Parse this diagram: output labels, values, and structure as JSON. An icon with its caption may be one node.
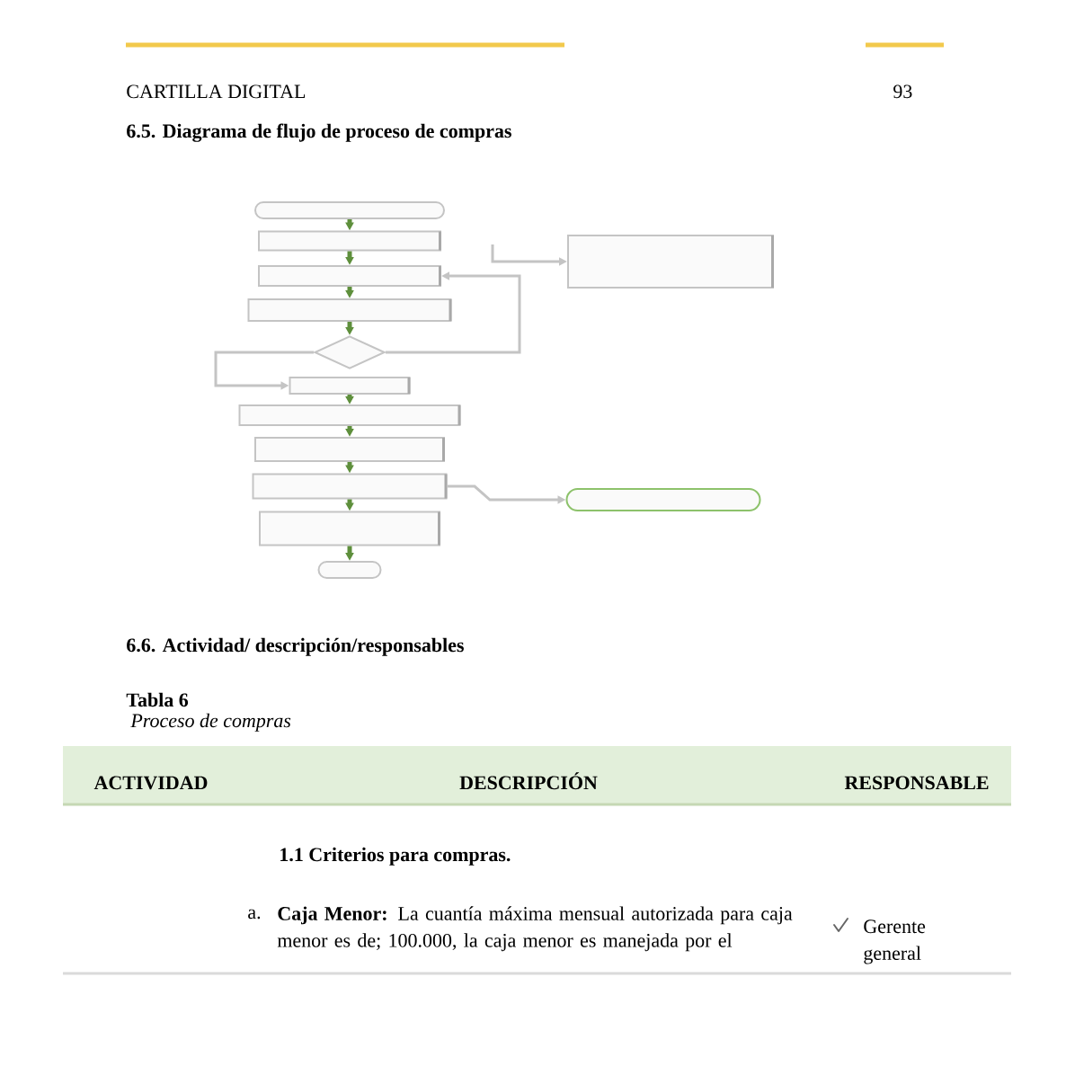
{
  "diagram": {
    "title": "6.5. Diagrama de flujo de proceso de compras",
    "nodes": [
      {
        "text": [],
        "shape": "pill"
      },
      {
        "text": [],
        "shape": "box"
      },
      {
        "text": [],
        "shape": "box"
      },
      {
        "text": [],
        "shape": "box"
      },
      {
        "text": [],
        "shape": "diamond"
      },
      {
        "text": [],
        "shape": "box"
      },
      {
        "text": [],
        "shape": "box"
      },
      {
        "text": [],
        "shape": "box"
      },
      {
        "text": [],
        "shape": "box"
      },
      {
        "text": [],
        "shape": "box"
      },
      {
        "text": [],
        "shape": "pill"
      },
      {
        "text": [],
        "shape": "box"
      },
      {
        "text": [],
        "shape": "pill"
      }
    ],
    "edges": [
      {
        "from": 0,
        "to": 1,
        "arrow": "to"
      },
      {
        "from": 1,
        "to": 2,
        "arrow": "to"
      },
      {
        "from": 2,
        "to": 3,
        "arrow": "to"
      },
      {
        "from": 3,
        "to": 4,
        "arrow": "to"
      },
      {
        "from": 4,
        "to": 2,
        "arrow": "to",
        "color": "#c4c4c4"
      },
      {
        "from": 4,
        "to": 5,
        "arrow": "to",
        "color": "#c4c4c4"
      },
      {
        "from": 5,
        "to": 6,
        "arrow": "to"
      },
      {
        "from": 6,
        "to": 7,
        "arrow": "to"
      },
      {
        "from": 7,
        "to": 8,
        "arrow": "to"
      },
      {
        "from": 8,
        "to": 9,
        "arrow": "to"
      },
      {
        "from": 9,
        "to": 10,
        "arrow": "to"
      },
      {
        "from": 8,
        "to": 12,
        "arrow": "to",
        "color": "#c4c4c4"
      },
      {
        "from": null,
        "to": 11,
        "arrow": "to",
        "color": "#c4c4c4"
      }
    ],
    "labels": [
      "CARTILLA DIGITAL",
      "93",
      "6.6. Actividad/ descripción/responsables",
      "Tabla 6",
      "Proceso de compras",
      "ACTIVIDAD",
      "DESCRIPCIÓN",
      "RESPONSABLE",
      "1.1 Criterios para compras.",
      "a.",
      "**Caja Menor:** La cuantía máxima mensual autorizada para caja menor es de; 100.000, la caja menor es manejada por el",
      "Gerente general"
    ]
  }
}
